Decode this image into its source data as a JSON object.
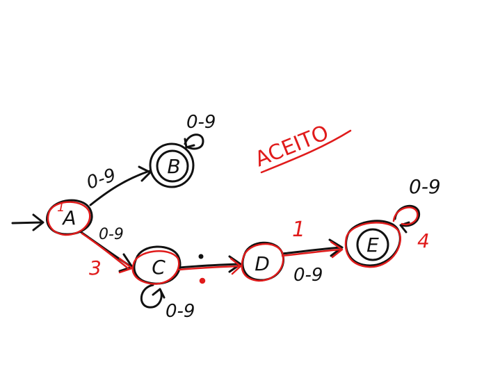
{
  "colors": {
    "ink": "#111111",
    "annotation": "#e01b1b",
    "background": "#ffffff"
  },
  "states": {
    "A": {
      "label": "A",
      "accepting": false,
      "initial": true
    },
    "B": {
      "label": "B",
      "accepting": true,
      "initial": false
    },
    "C": {
      "label": "C",
      "accepting": false,
      "initial": false
    },
    "D": {
      "label": "D",
      "accepting": false,
      "initial": false
    },
    "E": {
      "label": "E",
      "accepting": true,
      "initial": false
    }
  },
  "transitions": {
    "a_to_b": "0-9",
    "b_loop": "0-9",
    "a_to_c": "0-9",
    "c_loop": "0-9",
    "c_to_d": ".",
    "d_to_e_top": "1",
    "d_to_e_bottom": "0-9",
    "e_loop": "0-9"
  },
  "annotations": {
    "accepted": "ACEITO",
    "a_mark": "1",
    "c_mark": "3",
    "c_to_d_dot": ".",
    "d_to_e_mark": "1",
    "e_mark": "4"
  }
}
